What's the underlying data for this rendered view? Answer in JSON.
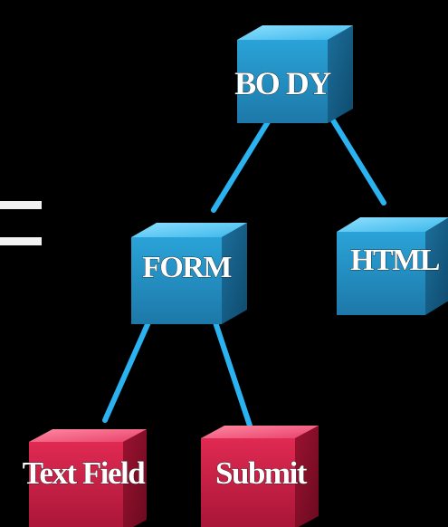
{
  "diagram": {
    "equals_symbol": "=",
    "nodes": [
      {
        "id": "body",
        "label": "BO DY",
        "kind": "container"
      },
      {
        "id": "form",
        "label": "FORM",
        "kind": "container"
      },
      {
        "id": "html",
        "label": "HTML",
        "kind": "container"
      },
      {
        "id": "textfield",
        "label": "Text Field",
        "kind": "leaf"
      },
      {
        "id": "submit",
        "label": "Submit",
        "kind": "leaf"
      }
    ],
    "edges": [
      {
        "from": "body",
        "to": "form"
      },
      {
        "from": "body",
        "to": "html"
      },
      {
        "from": "form",
        "to": "textfield"
      },
      {
        "from": "form",
        "to": "submit"
      }
    ],
    "colors": {
      "background": "#000000",
      "container_cube": "#2a9fd0",
      "leaf_cube": "#d6244a",
      "connector": "#2ab3f0",
      "equals": "#f2f2f2"
    }
  }
}
